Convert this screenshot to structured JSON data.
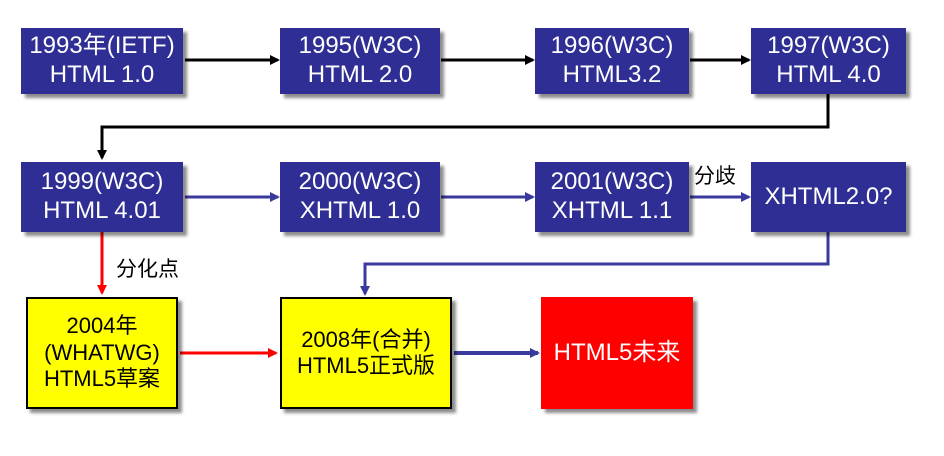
{
  "nodes": {
    "html1": {
      "line1": "1993年(IETF)",
      "line2": "HTML 1.0"
    },
    "html2": {
      "line1": "1995(W3C)",
      "line2": "HTML 2.0"
    },
    "html32": {
      "line1": "1996(W3C)",
      "line2": "HTML3.2"
    },
    "html4": {
      "line1": "1997(W3C)",
      "line2": "HTML 4.0"
    },
    "html401": {
      "line1": "1999(W3C)",
      "line2": "HTML 4.01"
    },
    "xhtml10": {
      "line1": "2000(W3C)",
      "line2": "XHTML 1.0"
    },
    "xhtml11": {
      "line1": "2001(W3C)",
      "line2": "XHTML 1.1"
    },
    "xhtml20": {
      "line1": "XHTML2.0?"
    },
    "html5draft": {
      "line1": "2004年",
      "line2": "(WHATWG)",
      "line3": "HTML5草案"
    },
    "html5final": {
      "line1": "2008年(合并)",
      "line2": "HTML5正式版"
    },
    "html5future": {
      "line1": "HTML5未来"
    }
  },
  "labels": {
    "fork": "分歧",
    "split_point": "分化点"
  },
  "colors": {
    "box_blue": "#2e2e94",
    "box_yellow": "#ffff00",
    "box_red": "#ff0000",
    "arrow_black": "#000000",
    "arrow_blue": "#3a3a9e",
    "arrow_red": "#ff0000"
  }
}
